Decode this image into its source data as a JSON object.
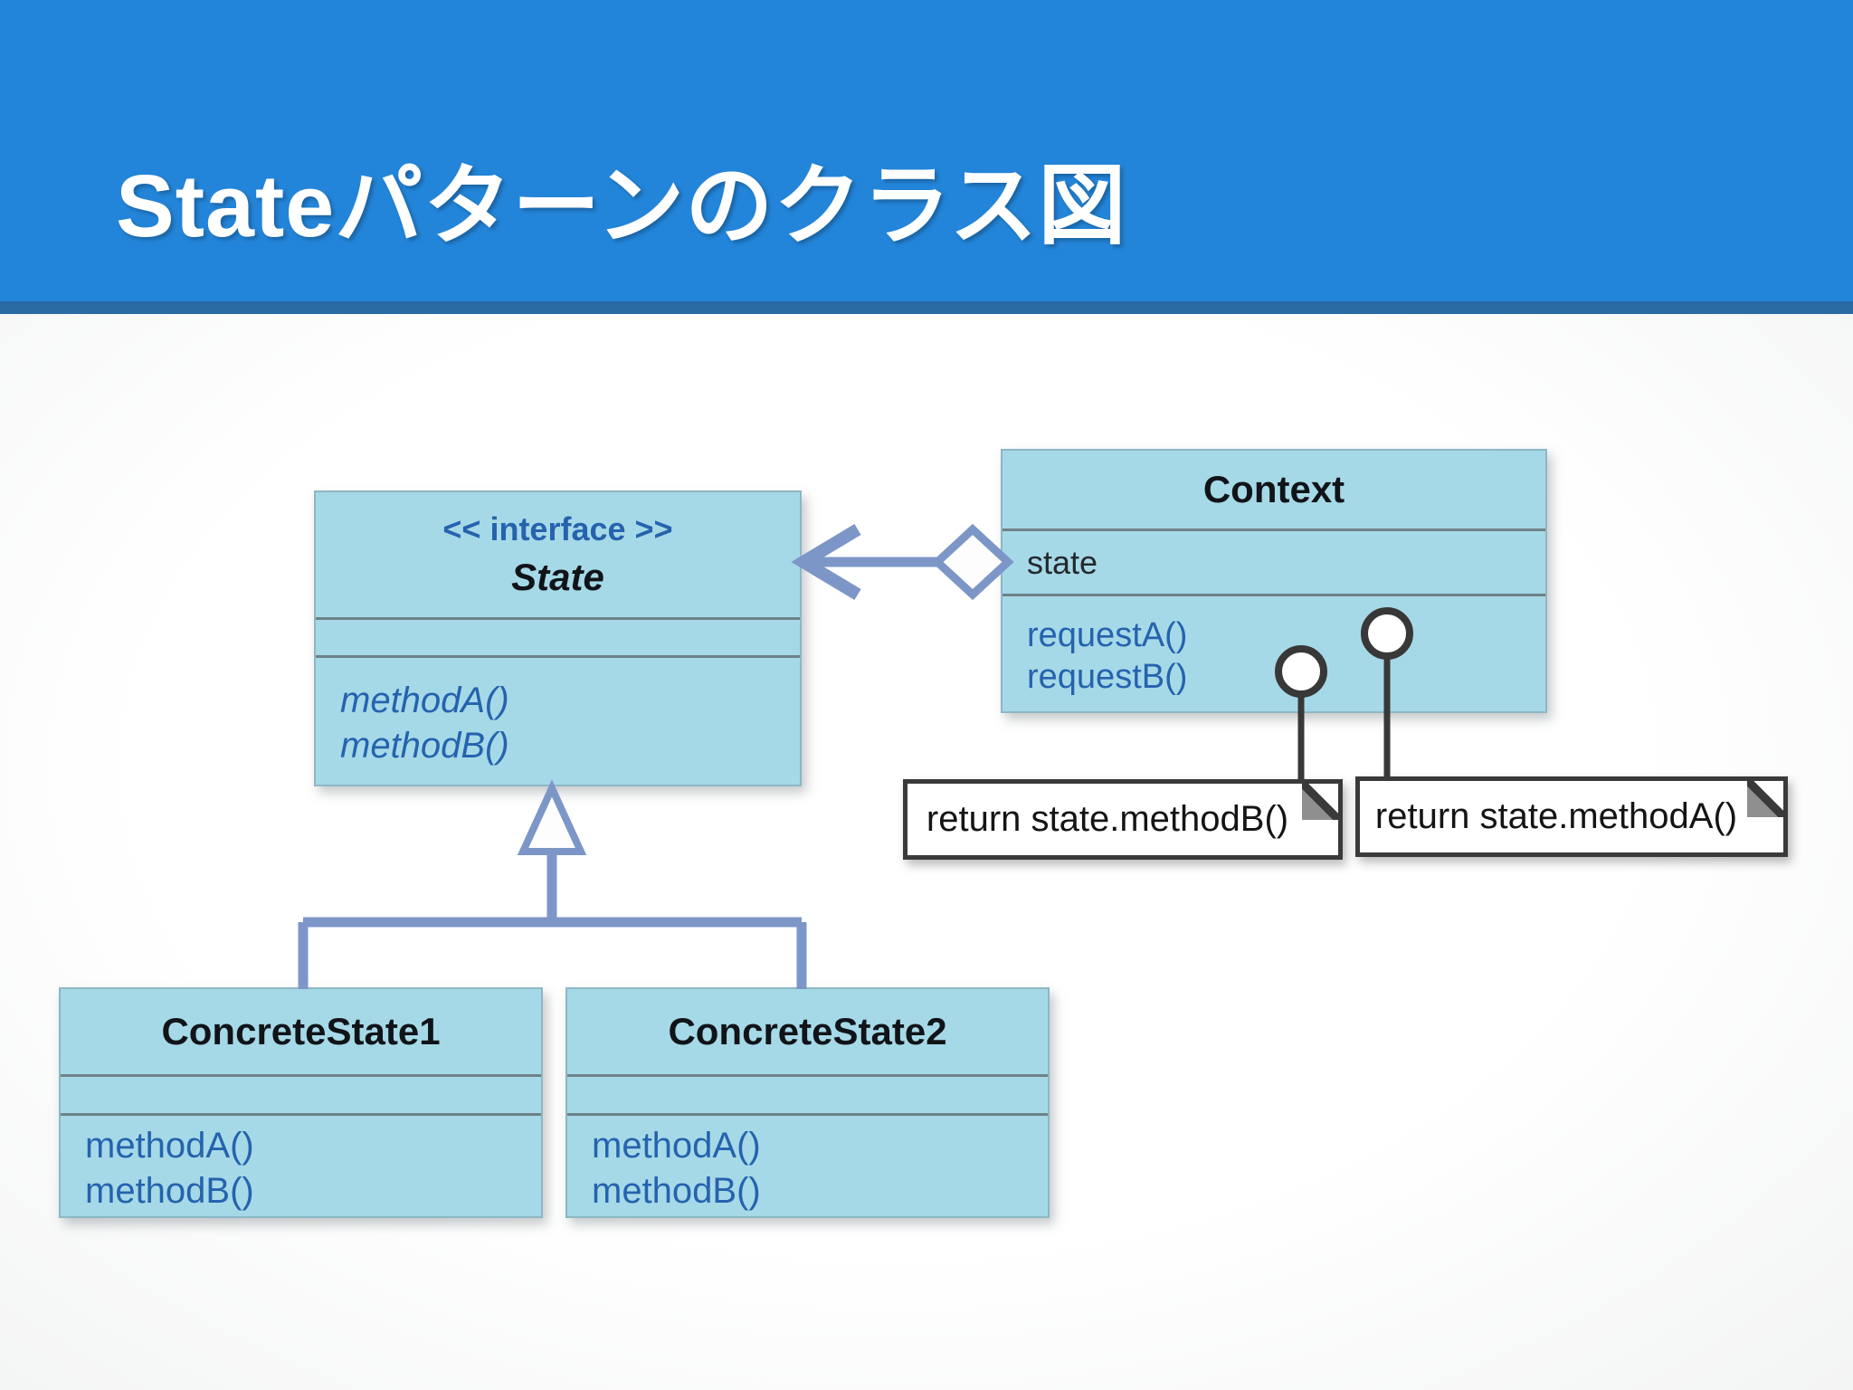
{
  "header": {
    "title": "Stateパターンのクラス図"
  },
  "diagram": {
    "state_interface": {
      "stereotype": "<< interface >>",
      "name": "State",
      "methods": [
        "methodA()",
        "methodB()"
      ]
    },
    "context": {
      "name": "Context",
      "attribute": "state",
      "methods": [
        "requestA()",
        "requestB()"
      ]
    },
    "concrete_state_1": {
      "name": "ConcreteState1",
      "methods": [
        "methodA()",
        "methodB()"
      ]
    },
    "concrete_state_2": {
      "name": "ConcreteState2",
      "methods": [
        "methodA()",
        "methodB()"
      ]
    },
    "notes": {
      "method_b": "return state.methodB()",
      "method_a": "return state.methodA()"
    }
  },
  "colors": {
    "header-bar": "#2385d9",
    "header-strip": "#2a6ba4",
    "box-fill": "#a6d9e7",
    "box-border": "#8db7c4",
    "separator": "#6e8288",
    "connector": "#7d96c8",
    "dark-stroke": "#383838",
    "blue-text": "#2563ae",
    "attr-text": "#24292d",
    "note-border": "#3a3a3a",
    "note-fold": "#8f8f8f"
  }
}
